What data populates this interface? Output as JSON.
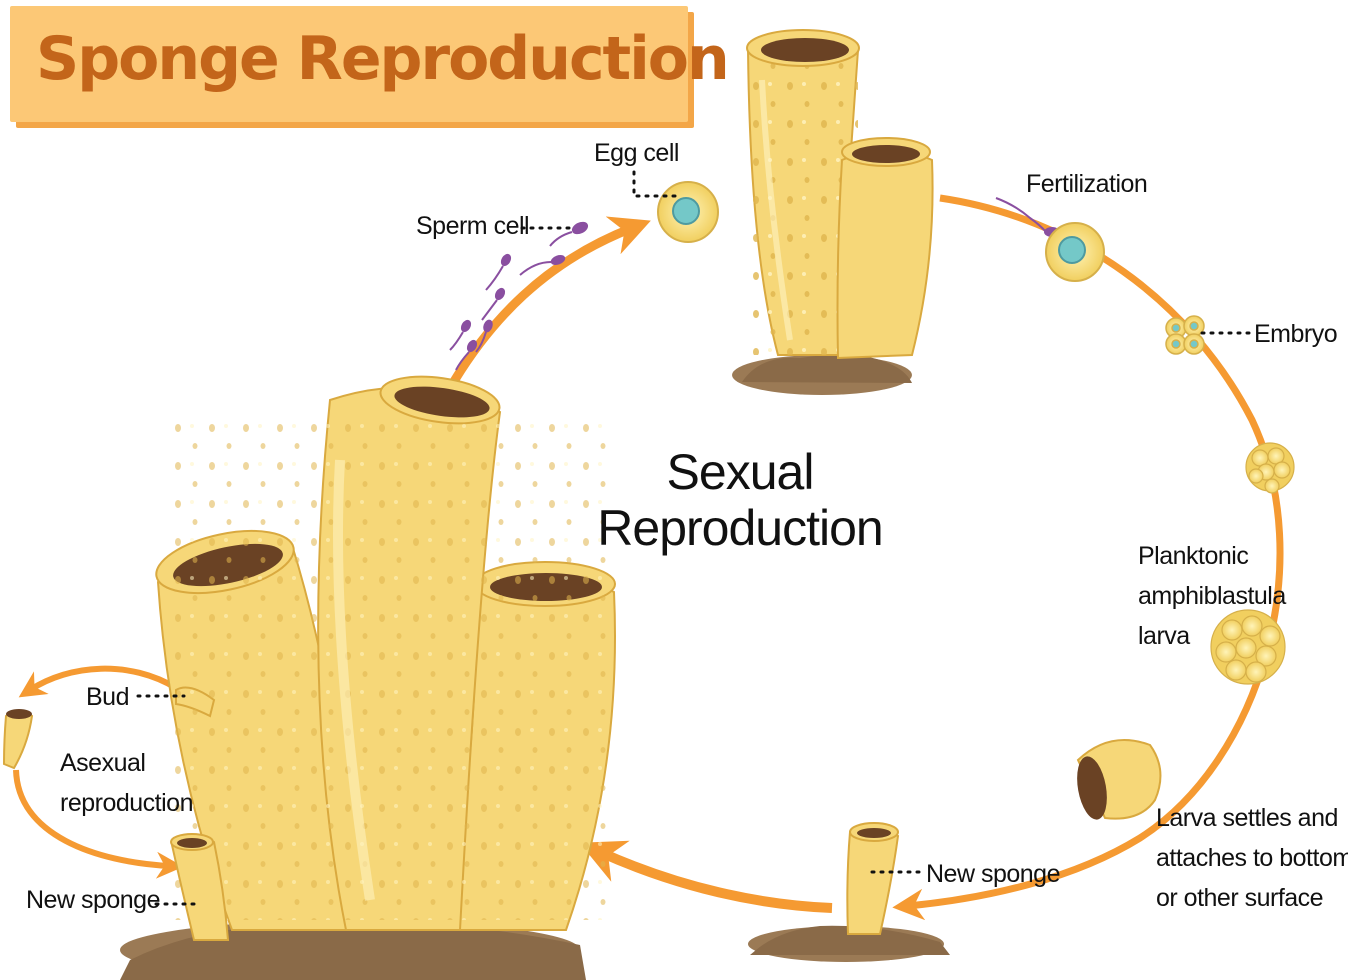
{
  "title": "Sponge Reproduction",
  "center_title": [
    "Sexual",
    "Reproduction"
  ],
  "labels": {
    "egg_cell": "Egg cell",
    "sperm_cell": "Sperm cell",
    "fertilization": "Fertilization",
    "embryo": "Embryo",
    "larva": [
      "Planktonic",
      "amphiblastula",
      "larva"
    ],
    "settles": [
      "Larva settles and",
      "attaches to bottom",
      "or other surface"
    ],
    "new_sponge_right": "New sponge",
    "bud": "Bud",
    "asexual": [
      "Asexual",
      "reproduction"
    ],
    "new_sponge_left": "New sponge"
  },
  "colors": {
    "banner": "#fcc876",
    "title_text": "#c3651a",
    "arrow": "#f59a32",
    "sponge_body": "#f6d778",
    "sponge_shadow": "#e0b54d",
    "rock": "#9b7a55",
    "sperm": "#8a4fa0",
    "nucleus": "#74c8c8"
  }
}
